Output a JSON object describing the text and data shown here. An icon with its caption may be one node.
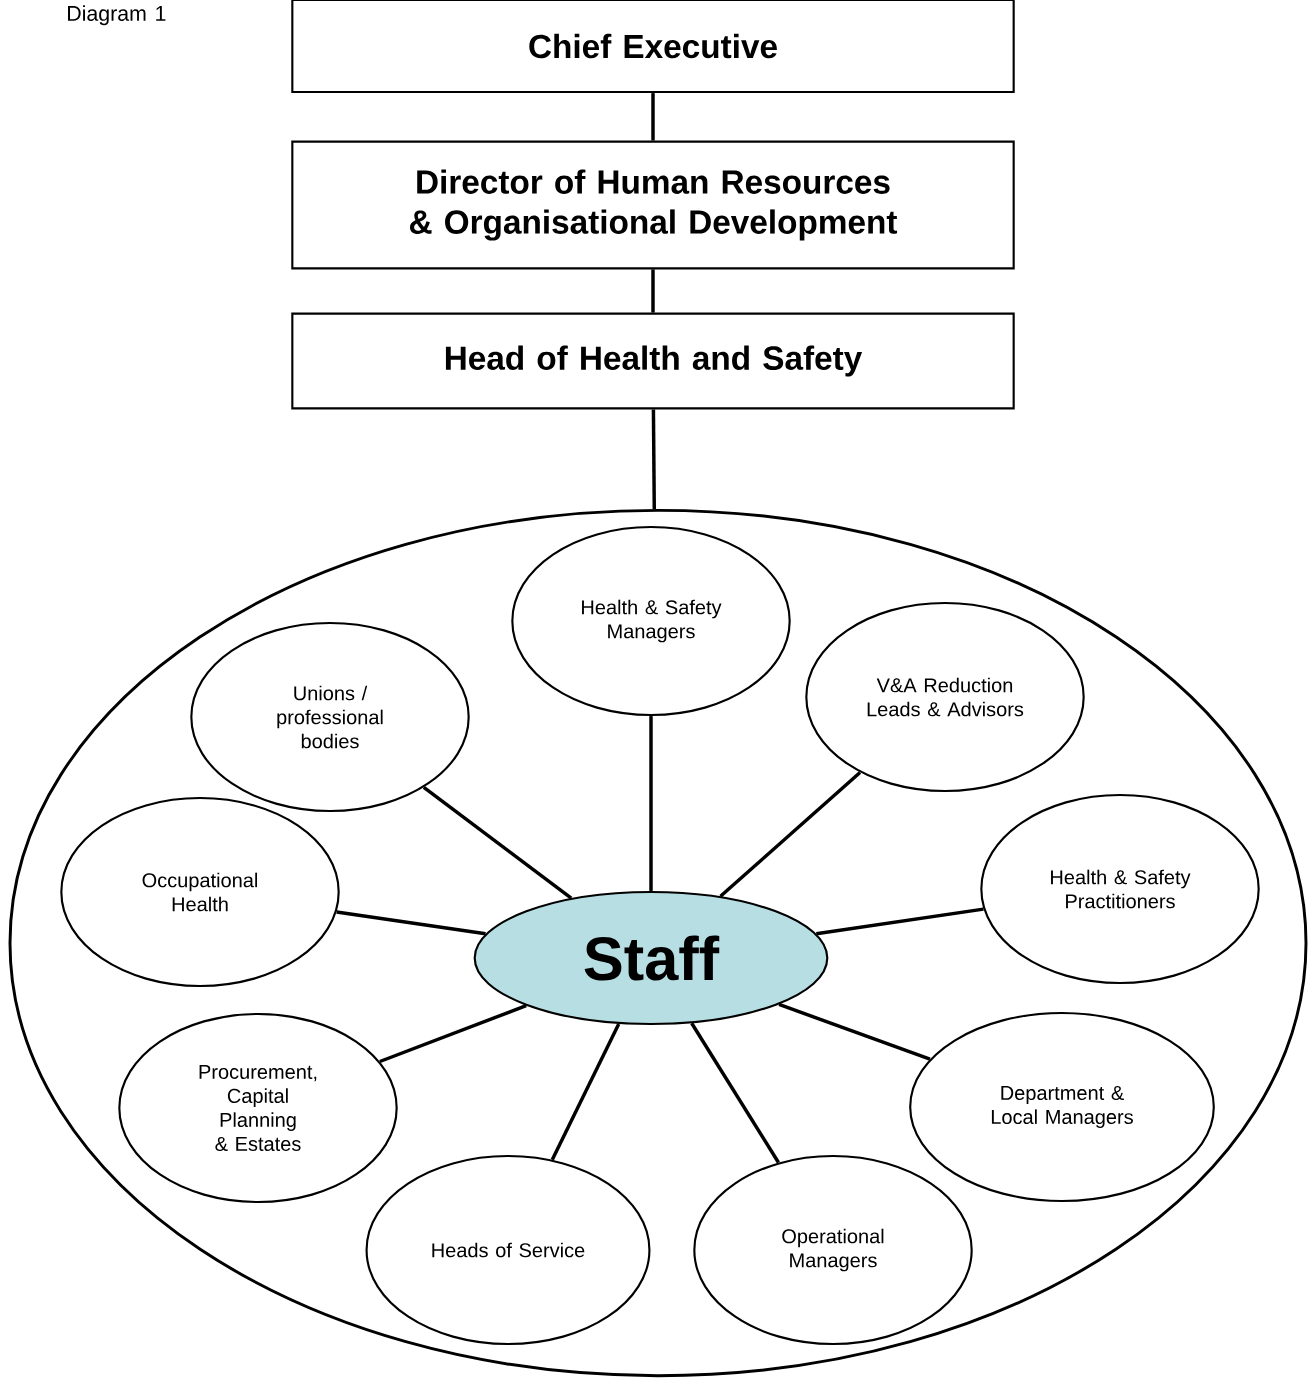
{
  "diagram": {
    "nodes": [
      {
        "text": [
          "Chief Executive"
        ]
      },
      {
        "text": [
          "Director of Human Resources & Organisational Development"
        ]
      },
      {
        "text": [
          "Head of Health and Safety"
        ]
      },
      {
        "text": [],
        "shape": "ellipse"
      },
      {
        "text": [
          "Staff"
        ],
        "in": 3
      },
      {
        "text": [
          "Health & Safety Managers"
        ],
        "in": 3
      },
      {
        "text": [
          "Unions / professional bodies"
        ],
        "in": 3
      },
      {
        "text": [
          "V&A Reduction Leads & Advisors"
        ],
        "in": 3
      },
      {
        "text": [
          "Occupational Health"
        ],
        "in": 3
      },
      {
        "text": [
          "Health & Safety Practitioners"
        ],
        "in": 3
      },
      {
        "text": [
          "Procurement, Capital Planning & Estates"
        ],
        "in": 3
      },
      {
        "text": [
          "Department & Local Managers"
        ],
        "in": 3
      },
      {
        "text": [
          "Heads of Service"
        ],
        "in": 3
      },
      {
        "text": [
          "Operational Managers"
        ],
        "in": 3
      }
    ],
    "edges": [
      {
        "from": 0,
        "to": 1,
        "arrow": "none"
      },
      {
        "from": 1,
        "to": 2,
        "arrow": "none"
      },
      {
        "from": 2,
        "to": 3,
        "arrow": "none"
      },
      {
        "from": 5,
        "to": 4,
        "arrow": "none"
      },
      {
        "from": 6,
        "to": 4,
        "arrow": "none"
      },
      {
        "from": 7,
        "to": 4,
        "arrow": "none"
      },
      {
        "from": 8,
        "to": 4,
        "arrow": "none"
      },
      {
        "from": 9,
        "to": 4,
        "arrow": "none"
      },
      {
        "from": 10,
        "to": 4,
        "arrow": "none"
      },
      {
        "from": 11,
        "to": 4,
        "arrow": "none"
      },
      {
        "from": 12,
        "to": 4,
        "arrow": "none"
      },
      {
        "from": 13,
        "to": 4,
        "arrow": "none"
      }
    ],
    "labels": [
      "Diagram 1"
    ]
  }
}
